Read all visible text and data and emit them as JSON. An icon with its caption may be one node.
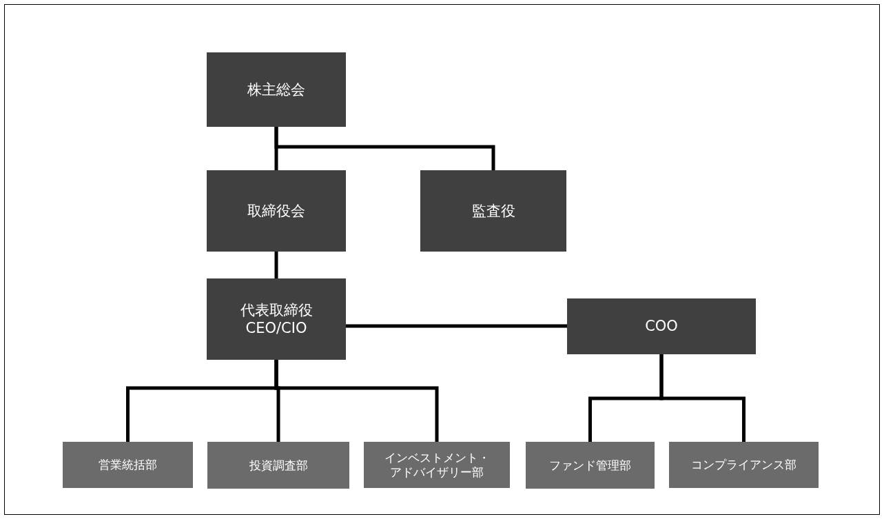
{
  "diagram": {
    "nodes": [
      {
        "text": [
          "株主総会"
        ]
      },
      {
        "text": [
          "取締役会"
        ]
      },
      {
        "text": [
          "監査役"
        ]
      },
      {
        "text": [
          "代表取締役",
          "CEO/CIO"
        ]
      },
      {
        "text": [
          "COO"
        ]
      },
      {
        "text": [
          "営業統括部"
        ]
      },
      {
        "text": [
          "投資調査部"
        ]
      },
      {
        "text": [
          "インベストメント・アドバイザリー部"
        ]
      },
      {
        "text": [
          "ファンド管理部"
        ]
      },
      {
        "text": [
          "コンプライアンス部"
        ]
      }
    ],
    "edges": [
      {
        "from": 0,
        "to": 1,
        "arrow": "none"
      },
      {
        "from": 0,
        "to": 2,
        "arrow": "none"
      },
      {
        "from": 1,
        "to": 3,
        "arrow": "none"
      },
      {
        "from": 3,
        "to": 4,
        "arrow": "none"
      },
      {
        "from": 3,
        "to": 5,
        "arrow": "none"
      },
      {
        "from": 3,
        "to": 6,
        "arrow": "none"
      },
      {
        "from": 3,
        "to": 7,
        "arrow": "none"
      },
      {
        "from": 4,
        "to": 8,
        "arrow": "none"
      },
      {
        "from": 4,
        "to": 9,
        "arrow": "none"
      }
    ]
  }
}
